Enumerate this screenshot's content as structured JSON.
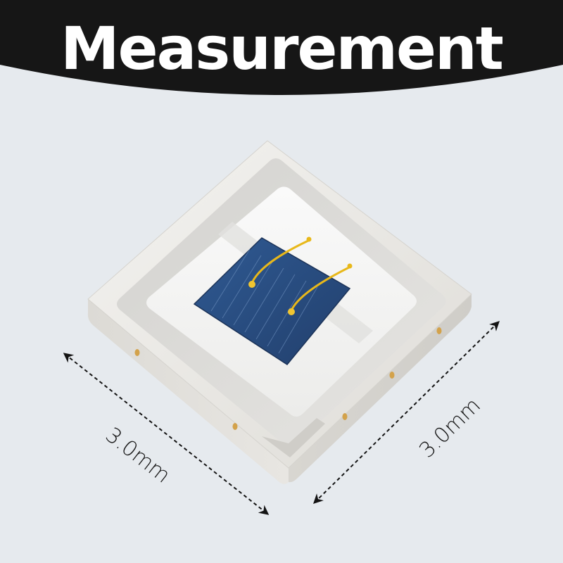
{
  "title": "Measurement",
  "dimensions": {
    "width_label": "3.0mm",
    "depth_label": "3.0mm"
  },
  "colors": {
    "background": "#e6eaee",
    "header": "#161616",
    "title_text": "#ffffff",
    "housing": "#e9e7e3",
    "chip": "#2a4a7c",
    "bond_wire": "#e8b81a",
    "arrow": "#141414"
  }
}
